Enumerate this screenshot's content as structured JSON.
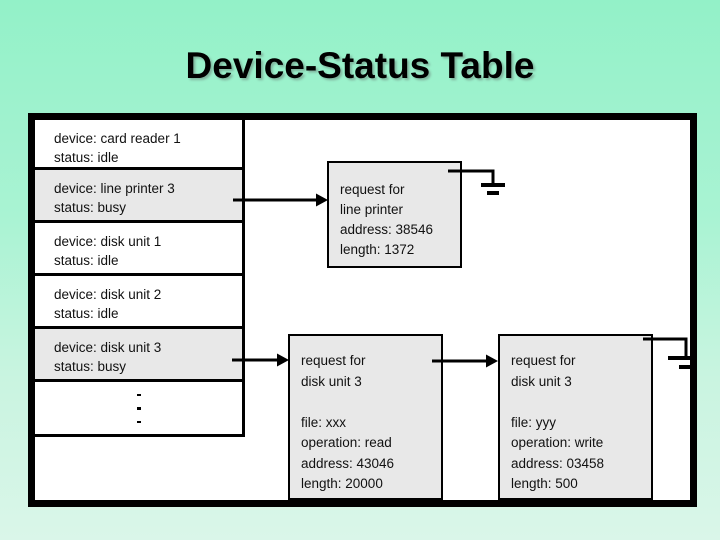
{
  "slide": {
    "title": "Device-Status Table"
  },
  "device_table": {
    "rows": [
      {
        "device": "device: card reader 1",
        "status": "status: idle"
      },
      {
        "device": "device: line printer 3",
        "status": "status: busy"
      },
      {
        "device": "device: disk unit 1",
        "status": "status: idle"
      },
      {
        "device": "device: disk unit 2",
        "status": "status: idle"
      },
      {
        "device": "device: disk unit 3",
        "status": "status: busy"
      }
    ],
    "continuation": "⋮"
  },
  "request_boxes": {
    "line_printer": {
      "lines": [
        "request for",
        "line printer",
        "address: 38546",
        "length: 1372"
      ]
    },
    "disk_read": {
      "lines": [
        "request for",
        "disk unit 3",
        "",
        "file: xxx",
        "operation: read",
        "address: 43046",
        "length: 20000"
      ]
    },
    "disk_write": {
      "lines": [
        "request for",
        "disk unit 3",
        "",
        "file: yyy",
        "operation: write",
        "address: 03458",
        "length: 500"
      ]
    }
  },
  "colors": {
    "busy_row_bg": "#e8e8e8",
    "request_box_bg": "#e8e8e8",
    "line_color": "#000000",
    "frame_border": "#000000",
    "background_top": "#93f1c8",
    "background_bottom": "#daf6e9"
  }
}
